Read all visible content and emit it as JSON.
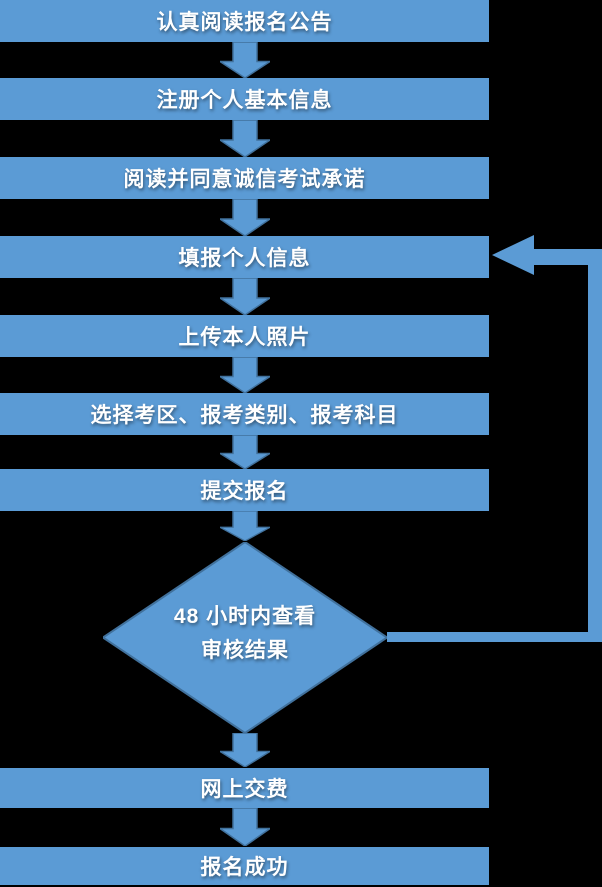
{
  "flow": {
    "steps": [
      {
        "label": "认真阅读报名公告"
      },
      {
        "label": "注册个人基本信息"
      },
      {
        "label": "阅读并同意诚信考试承诺"
      },
      {
        "label": "填报个人信息"
      },
      {
        "label": "上传本人照片"
      },
      {
        "label": "选择考区、报考类别、报考科目"
      },
      {
        "label": "提交报名"
      }
    ],
    "decision": {
      "line1": "48 小时内查看",
      "line2": "审核结果"
    },
    "post_steps": [
      {
        "label": "网上交费"
      },
      {
        "label": "报名成功"
      }
    ],
    "loopback_target": "填报个人信息"
  },
  "colors": {
    "shape_fill": "#5B9BD5",
    "shape_border": "#41719C",
    "text": "#FFFFFF",
    "background": "#000000"
  }
}
